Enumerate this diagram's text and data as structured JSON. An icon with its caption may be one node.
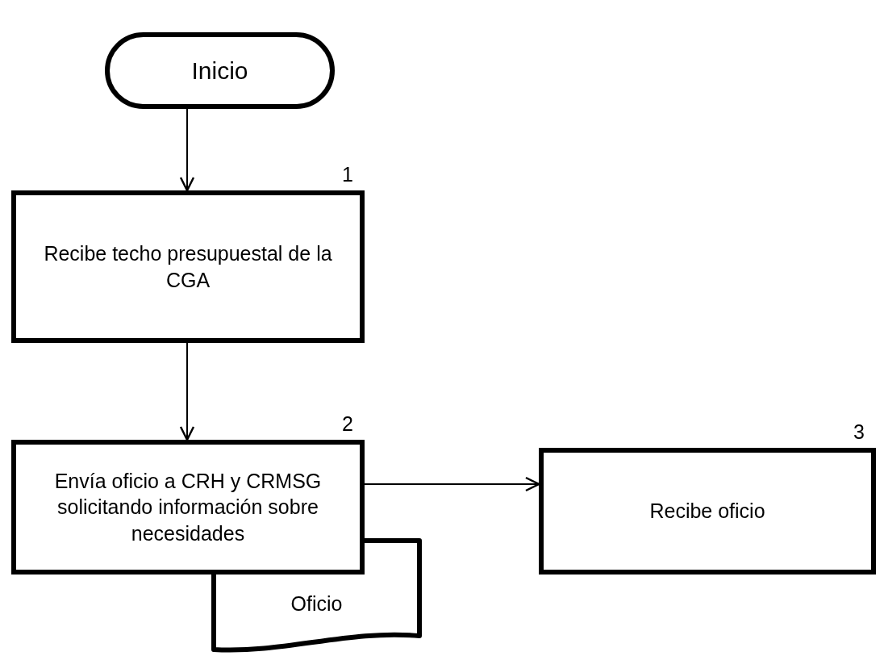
{
  "diagram": {
    "nodes": [
      {
        "text": [
          "Inicio"
        ]
      },
      {
        "text": [
          "Recibe techo presupuestal de la CGA"
        ],
        "beside": [
          "1"
        ]
      },
      {
        "text": [
          "Envía oficio a CRH y CRMSG solicitando información sobre necesidades"
        ],
        "beside": [
          "2"
        ]
      },
      {
        "text": [
          "Oficio"
        ]
      },
      {
        "text": [
          "Recibe oficio"
        ],
        "beside": [
          "3"
        ]
      }
    ],
    "edges": [
      {
        "from": 0,
        "to": 1,
        "arrow": "to"
      },
      {
        "from": 1,
        "to": 2,
        "arrow": "to"
      },
      {
        "from": 2,
        "to": 4,
        "arrow": "to"
      }
    ]
  }
}
